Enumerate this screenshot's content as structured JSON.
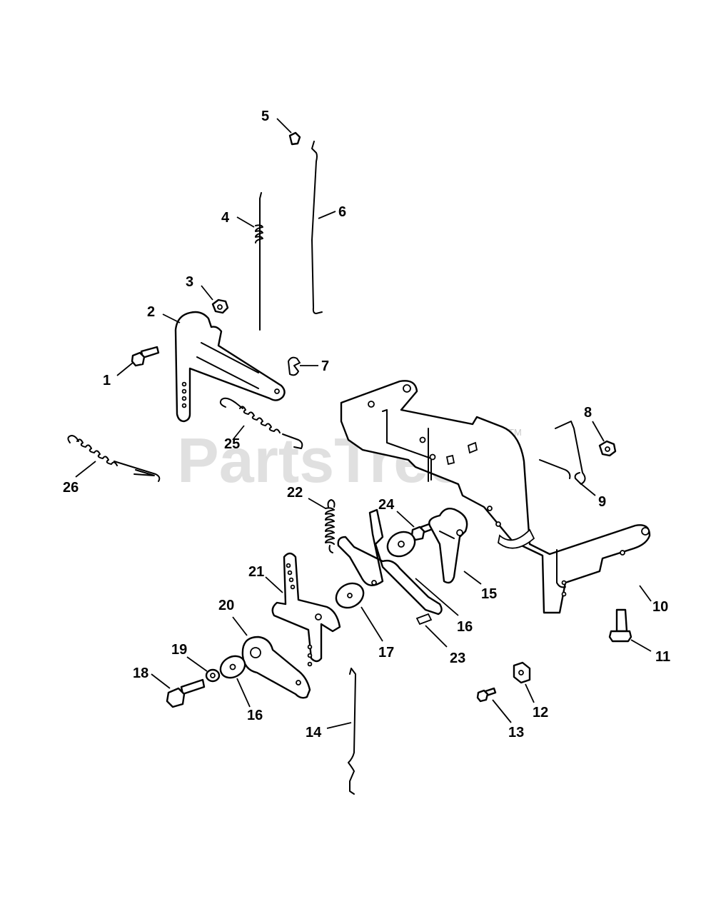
{
  "watermark": {
    "text": "PartsTree",
    "mark": "TM"
  },
  "callouts": [
    {
      "id": "c1",
      "label": "1"
    },
    {
      "id": "c2",
      "label": "2"
    },
    {
      "id": "c3",
      "label": "3"
    },
    {
      "id": "c4",
      "label": "4"
    },
    {
      "id": "c5",
      "label": "5"
    },
    {
      "id": "c6",
      "label": "6"
    },
    {
      "id": "c7",
      "label": "7"
    },
    {
      "id": "c8",
      "label": "8"
    },
    {
      "id": "c9",
      "label": "9"
    },
    {
      "id": "c10",
      "label": "10"
    },
    {
      "id": "c11",
      "label": "11"
    },
    {
      "id": "c12",
      "label": "12"
    },
    {
      "id": "c13",
      "label": "13"
    },
    {
      "id": "c14",
      "label": "14"
    },
    {
      "id": "c15",
      "label": "15"
    },
    {
      "id": "c16a",
      "label": "16"
    },
    {
      "id": "c16b",
      "label": "16"
    },
    {
      "id": "c17",
      "label": "17"
    },
    {
      "id": "c18",
      "label": "18"
    },
    {
      "id": "c19",
      "label": "19"
    },
    {
      "id": "c20",
      "label": "20"
    },
    {
      "id": "c21",
      "label": "21"
    },
    {
      "id": "c22",
      "label": "22"
    },
    {
      "id": "c23",
      "label": "23"
    },
    {
      "id": "c24",
      "label": "24"
    },
    {
      "id": "c25",
      "label": "25"
    },
    {
      "id": "c26",
      "label": "26"
    }
  ]
}
